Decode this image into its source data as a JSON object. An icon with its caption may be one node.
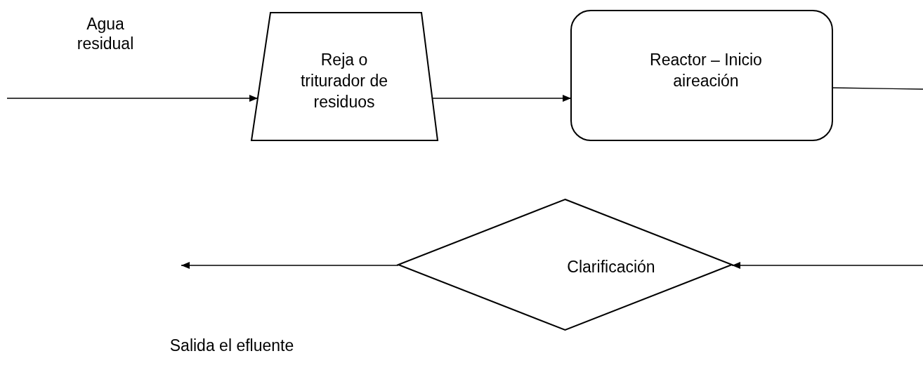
{
  "diagram": {
    "nodes": [
      {
        "text": [
          "Reja o triturador de residuos"
        ]
      },
      {
        "text": [
          "Reactor – Inicio aireación"
        ]
      },
      {
        "text": [
          "Clarificación"
        ]
      }
    ],
    "edges": [
      {
        "from": null,
        "to": 0,
        "arrow": "to",
        "label": "Agua residual"
      },
      {
        "from": 0,
        "to": 1,
        "arrow": "to"
      },
      {
        "from": 1,
        "to": null,
        "arrow": "none"
      },
      {
        "from": null,
        "to": 2,
        "arrow": "to"
      },
      {
        "from": 2,
        "to": null,
        "arrow": "to",
        "label": "Salida el efluente"
      }
    ]
  }
}
